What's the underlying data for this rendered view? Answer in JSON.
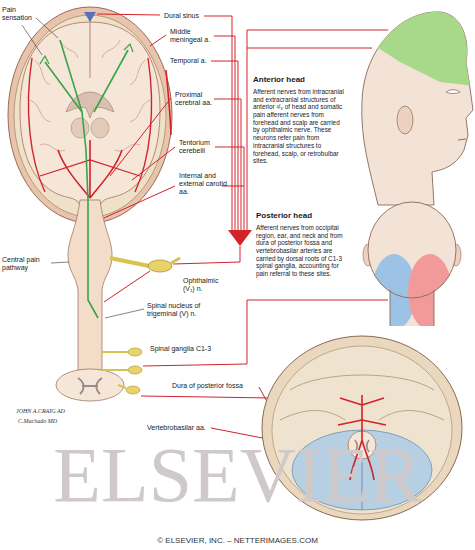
{
  "diagram": {
    "labels": [
      "Pain sensation",
      "Dural sinus",
      "Middle meningeal a.",
      "Temporal a.",
      "Proximal cerebral aa.",
      "Tentorium cerebelli",
      "Internal and external carotid aa.",
      "Anterior head",
      "Afferent nerves from intracranial and extracranial structures of anterior ²/₃ of head and somatic pain afferent nerves from forehead and scalp are carried by ophthalmic nerve. These neurons refer pain from intracranial structures to forehead, scalp, or retrobulbar sites.",
      "Posterior head",
      "Afferent nerves from occipital region, ear, and neck and from dura of posterior fossa and vertebrobasilar arteries are carried by dorsal roots of C1-3 spinal ganglia, accounting for pain referral to these sites.",
      "Ophthalmic (V₁) n.",
      "Central pain pathway",
      "Spinal nucleus of trigeminal (V) n.",
      "Spinal ganglia C1-3",
      "Dura of posterior fossa",
      "Vertebrobasilar aa.",
      "JOHN A.CRAIG AD",
      "C.Machado MD",
      "ELSEVIER",
      "© ELSEVIER, INC. – NETTERIMAGES.COM"
    ]
  }
}
